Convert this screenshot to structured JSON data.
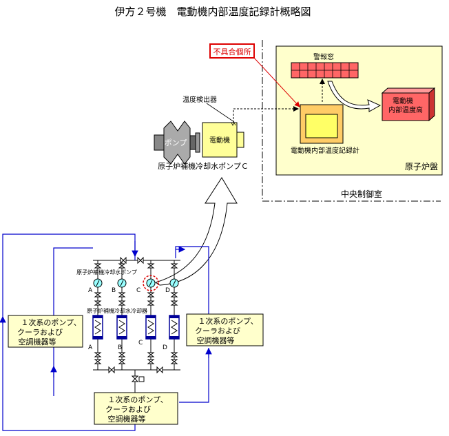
{
  "title": "伊方２号機　電動機内部温度記録計概略図",
  "fault_label": "不具合個所",
  "detector_label": "温度検出器",
  "pump_label": "ポンプ",
  "motor_label": "電動機",
  "pump_caption": "原子炉補機冷却水ポンプＣ",
  "alarm_label": "警報窓",
  "alarm_text_line1": "電動機",
  "alarm_text_line2": "内部温度高",
  "recorder_label": "電動機内部温度記録計",
  "panel_label": "原子炉盤",
  "control_room_label": "中央制御室",
  "pumps_header": "原子炉補機冷却水ポンプ",
  "coolers_header": "原子炉補機冷却水冷却器",
  "pump_letters": [
    "A",
    "B",
    "C",
    "D"
  ],
  "cooler_letters": [
    "A",
    "B",
    "C",
    "D"
  ],
  "box_left": [
    "１次系のポンプ、",
    "クーラおよび",
    "空調機器等"
  ],
  "box_right": [
    "１次系のポンプ、",
    "クーラおよび",
    "空調機器等"
  ],
  "box_bottom": [
    "１次系のポンプ、",
    "クーラおよび",
    "空調機器等"
  ],
  "colors": {
    "fault_red": "#dd0000",
    "panel_fill": "#ffffcc",
    "recorder_fill": "#ffcc66",
    "recorder_inner": "#ffff66",
    "alarm_fill": "#ff6666",
    "motor_fill": "#ffff99",
    "pump_gray": "#aaaaaa",
    "pipe_blue": "#0000cc",
    "gauge_fill": "#99ffff",
    "cooler_band": "#000099"
  }
}
